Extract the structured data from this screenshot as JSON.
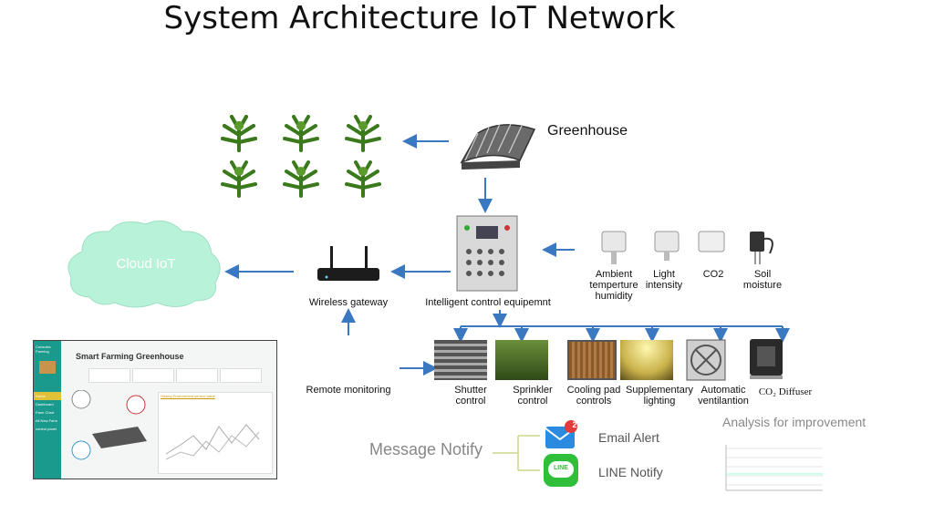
{
  "title": "System Architecture IoT Network",
  "cloud": {
    "label": "Cloud IoT"
  },
  "greenhouse": {
    "label": "Greenhouse"
  },
  "gateway": {
    "label": "Wireless gateway"
  },
  "controller": {
    "label": "Intelligent control equipemnt"
  },
  "remote": {
    "label": "Remote monitoring"
  },
  "sensors": [
    {
      "label": "Ambient temperture humidity"
    },
    {
      "label": "Light intensity"
    },
    {
      "label": "CO2"
    },
    {
      "label": "Soil moisture"
    }
  ],
  "actuators": [
    {
      "label": "Shutter control"
    },
    {
      "label": "Sprinkler control"
    },
    {
      "label": "Cooling pad controls"
    },
    {
      "label": "Supplementary lighting"
    },
    {
      "label": "Automatic ventilantion"
    },
    {
      "label": "CO₂ Diffuser"
    }
  ],
  "notify": {
    "label": "Message Notify",
    "email": "Email Alert",
    "email_badge": "2",
    "line": "LINE Notify",
    "line_icon_text": "LINE"
  },
  "analysis": {
    "label": "Analysis for improvement"
  },
  "dashboard": {
    "brand": "Consoles Farming",
    "title": "Smart Farming Greenhouse",
    "menu": [
      "Home",
      "Dashboard",
      "Farm Chart",
      "All New Farm",
      "control panel"
    ],
    "chart_title": "History Environment sensor value"
  },
  "colors": {
    "arrow": "#3b78c2",
    "cloud": "#b8f2d8",
    "accent": "#1a9a8c"
  }
}
